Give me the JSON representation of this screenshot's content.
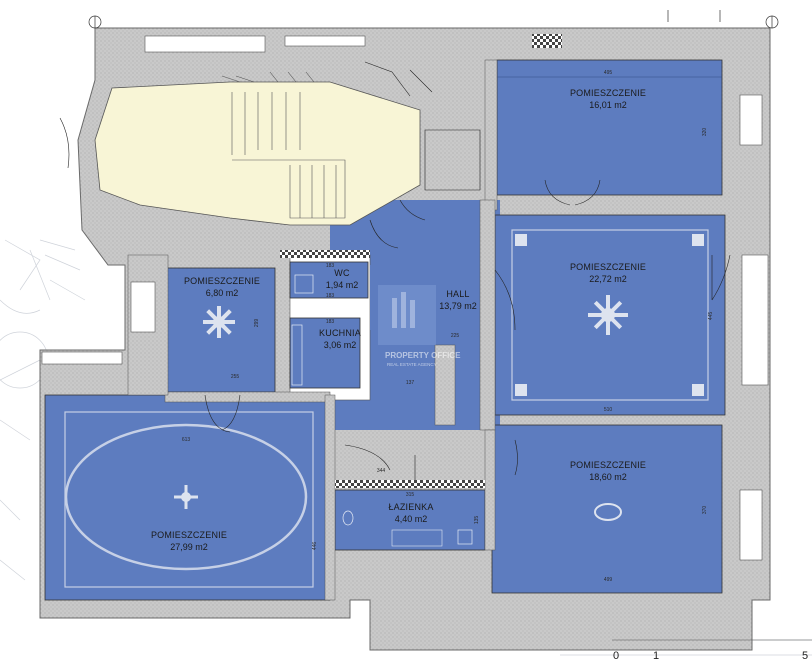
{
  "rooms": {
    "top_right": {
      "name": "POMIESZCZENIE",
      "area": "16,01 m2"
    },
    "mid_right": {
      "name": "POMIESZCZENIE",
      "area": "22,72 m2"
    },
    "bottom_right": {
      "name": "POMIESZCZENIE",
      "area": "18,60 m2"
    },
    "small_left": {
      "name": "POMIESZCZENIE",
      "area": "6,80 m2"
    },
    "large_left": {
      "name": "POMIESZCZENIE",
      "area": "27,99 m2"
    },
    "wc": {
      "name": "WC",
      "area": "1,94 m2"
    },
    "kitchen": {
      "name": "KUCHNIA",
      "area": "3,06 m2"
    },
    "hall": {
      "name": "HALL",
      "area": "13,79 m2"
    },
    "bathroom": {
      "name": "ŁAZIENKA",
      "area": "4,40 m2"
    }
  },
  "dimensions": {
    "tr_width": "495",
    "tr_height": "320",
    "mr_height": "445",
    "mr_width": "510",
    "br_height": "370",
    "br_width": "499",
    "sl_width": "255",
    "sl_height": "299",
    "ll_width": "613",
    "ll_height": "446",
    "wc_w1": "183",
    "wc_w2": "183",
    "k_w": "183",
    "hall_w": "137",
    "hall_d": "225",
    "bath_w1": "344",
    "bath_w2": "315",
    "bath_h": "135"
  },
  "scale_bar": {
    "zero": "0",
    "one": "1",
    "five": "5"
  },
  "watermark": {
    "line1": "PROPERTY OFFICE",
    "line2": "REAL ESTATE AGENCY"
  },
  "colors": {
    "room_blue": "#5d7cbf",
    "staircase": "#f8f5d6",
    "wall": "#c4c4c4",
    "floor_gray": "#b0b8c8"
  }
}
